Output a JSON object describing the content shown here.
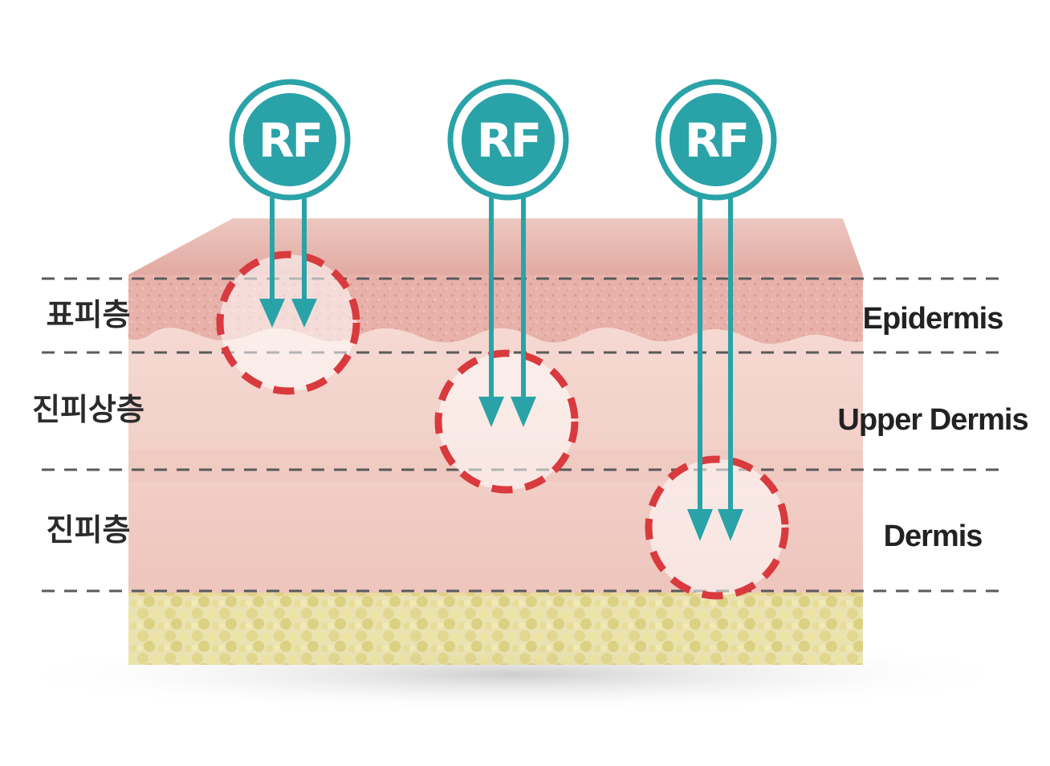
{
  "colors": {
    "teal": "#2aa3a8",
    "zone_dash": "#d83a3e",
    "guide_dash": "#5a5a5a",
    "epidermis": "#e9b3ac",
    "dermis": "#f3d3cb",
    "fat": "#e2d89a"
  },
  "probes": [
    {
      "label": "RF",
      "target_layer": "Epidermis"
    },
    {
      "label": "RF",
      "target_layer": "Upper Dermis"
    },
    {
      "label": "RF",
      "target_layer": "Dermis"
    }
  ],
  "layers": [
    {
      "korean": "표피층",
      "english": "Epidermis"
    },
    {
      "korean": "진피상층",
      "english": "Upper Dermis"
    },
    {
      "korean": "진피층",
      "english": "Dermis"
    }
  ]
}
